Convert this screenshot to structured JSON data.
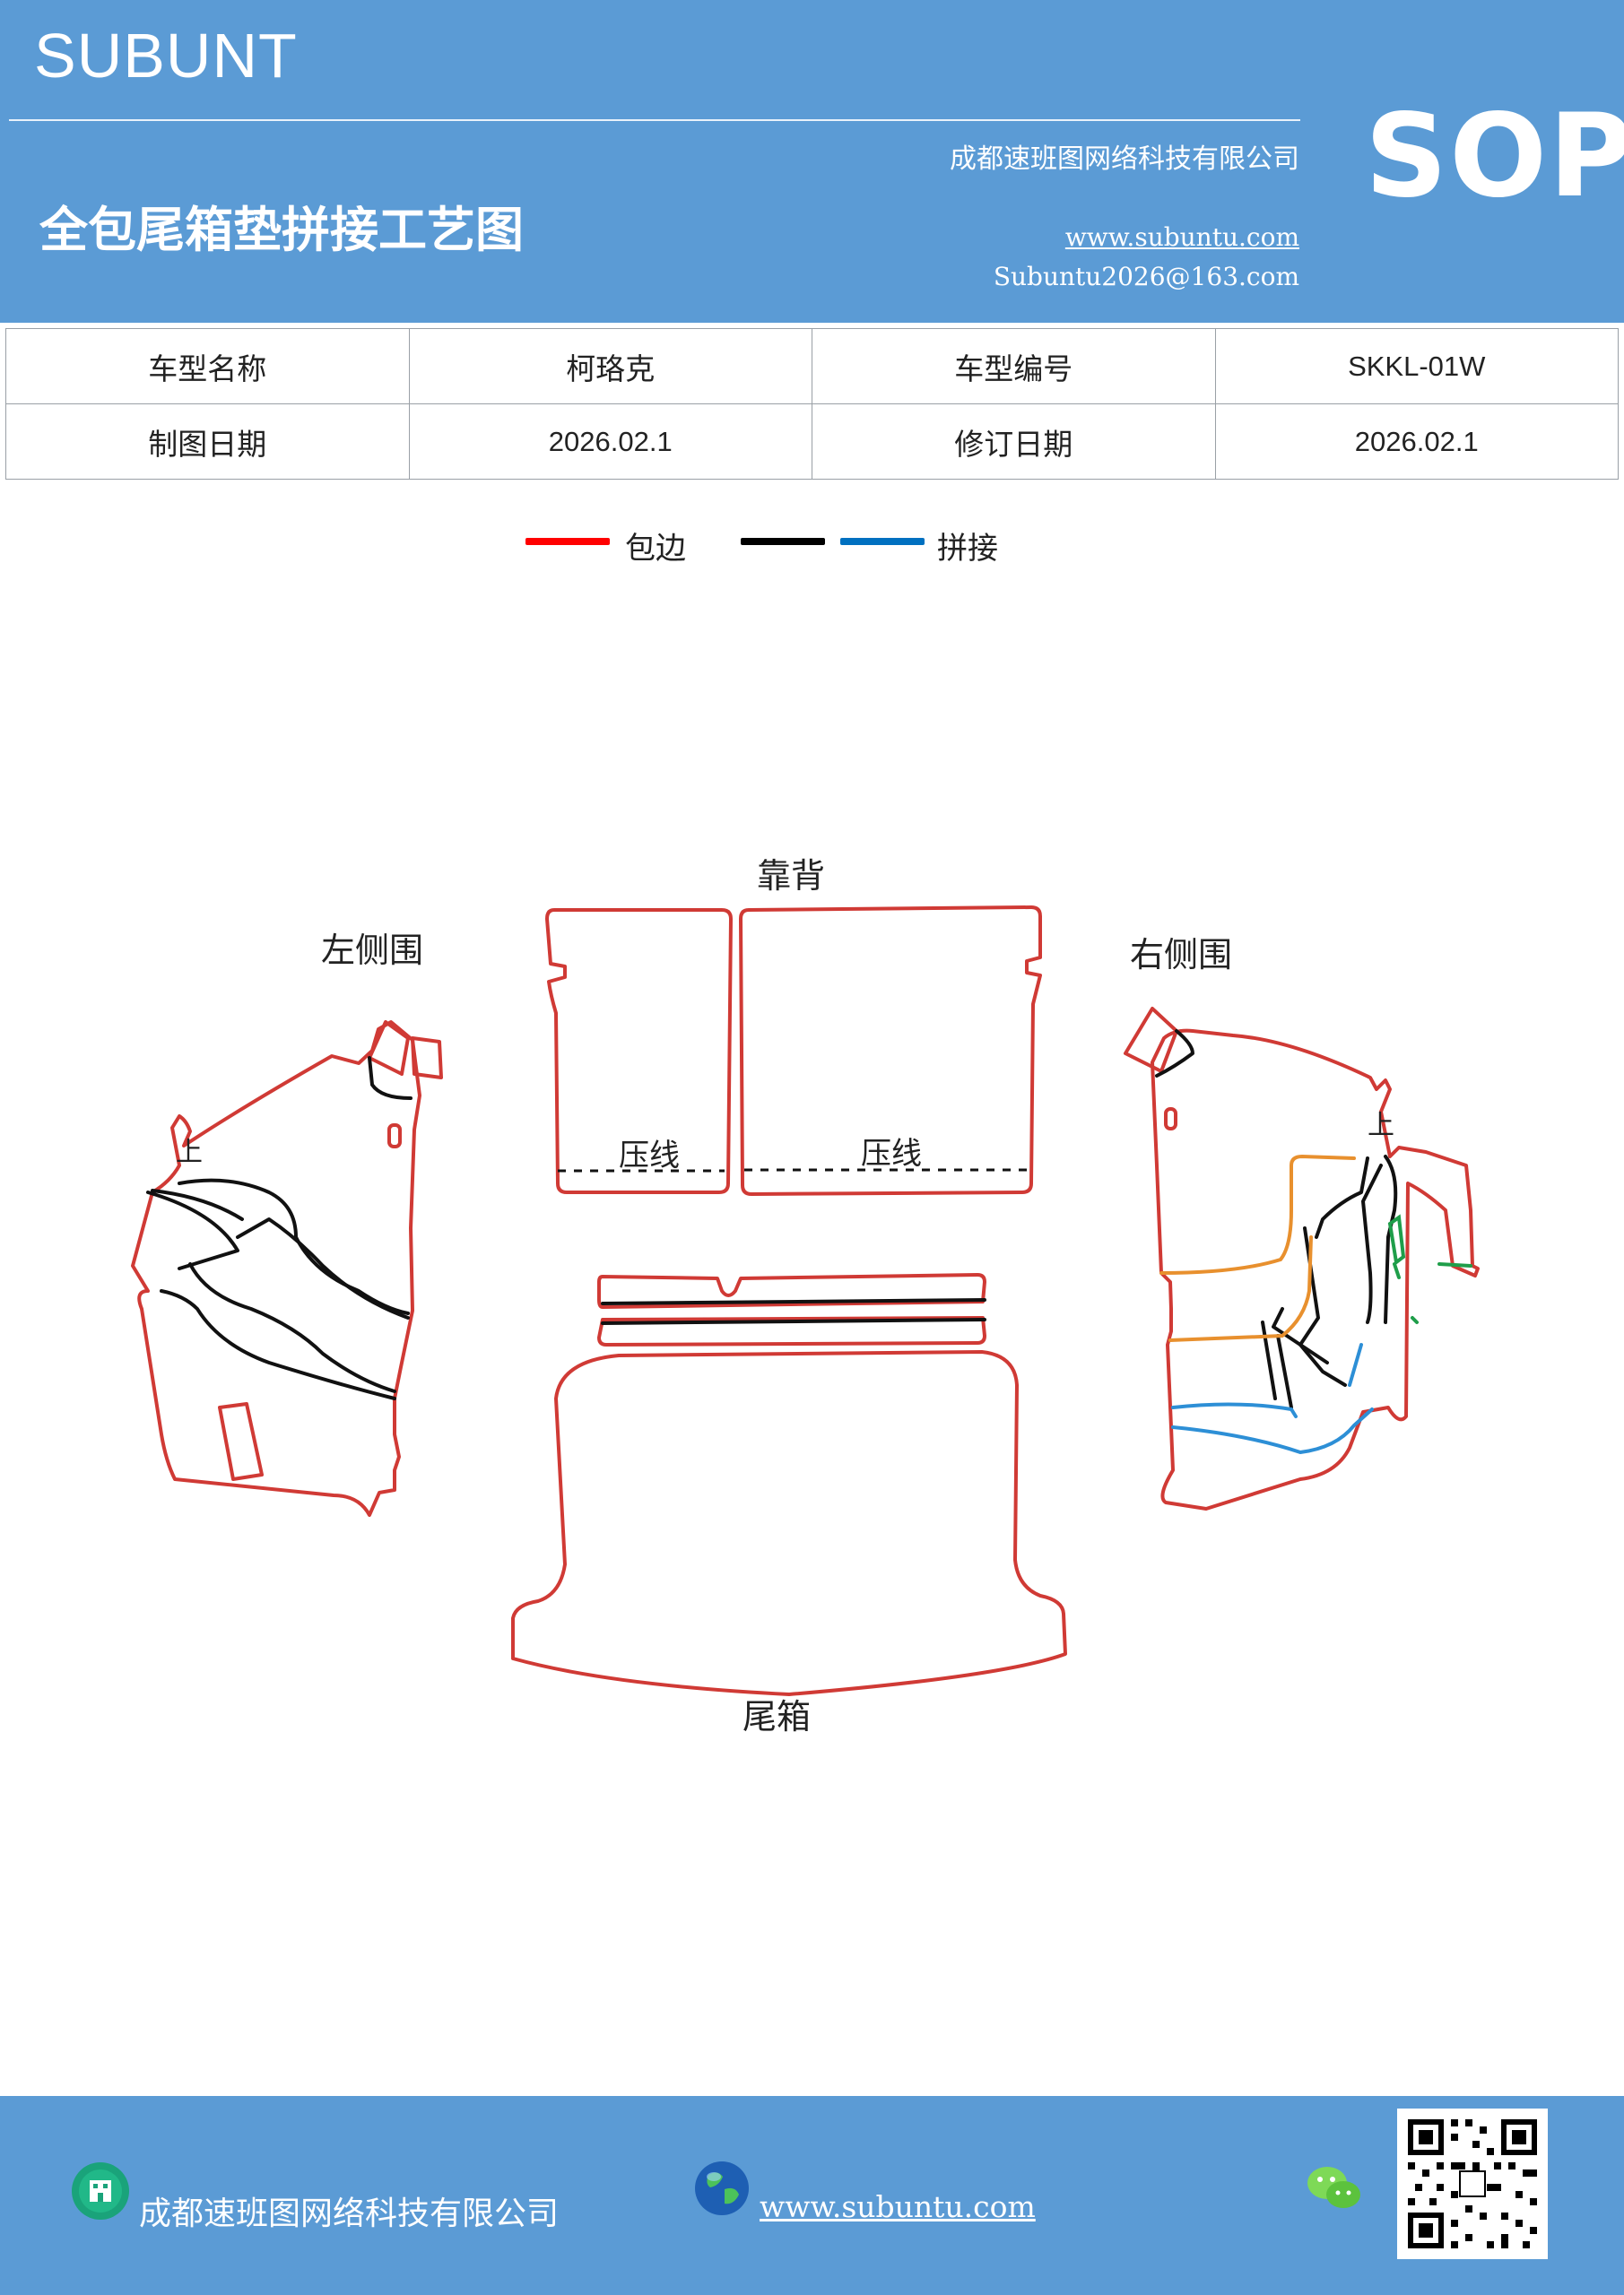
{
  "header": {
    "brand": "SUBUNT",
    "company": "成都速班图网络科技有限公司",
    "badge": "SOP",
    "title": "全包尾箱垫拼接工艺图",
    "website": "www.subuntu.com",
    "email": "Subuntu2026@163.com"
  },
  "info": {
    "row1": [
      "车型名称",
      "柯珞克",
      "车型编号",
      "SKKL-01W"
    ],
    "row2": [
      "制图日期",
      "2026.02.1",
      "修订日期",
      "2026.02.1"
    ]
  },
  "legend": {
    "edge_label": "包边",
    "join_label": "拼接",
    "colors": {
      "edge": "#ff0000",
      "black": "#000000",
      "join": "#0070c0"
    }
  },
  "diagram": {
    "backrest_label": "靠背",
    "left_side_label": "左侧围",
    "right_side_label": "右侧围",
    "trunk_label": "尾箱",
    "crease_label": "压线",
    "up_label": "上",
    "colors": {
      "outline": "#d03a35",
      "seam": "#111111",
      "orange": "#e8902e",
      "blue": "#2d8fd6",
      "green": "#1f9e4a"
    }
  },
  "footer": {
    "company": "成都速班图网络科技有限公司",
    "website": "www.subuntu.com",
    "icons": [
      "building-icon",
      "globe-icon",
      "wechat-icon",
      "qr-code"
    ]
  }
}
